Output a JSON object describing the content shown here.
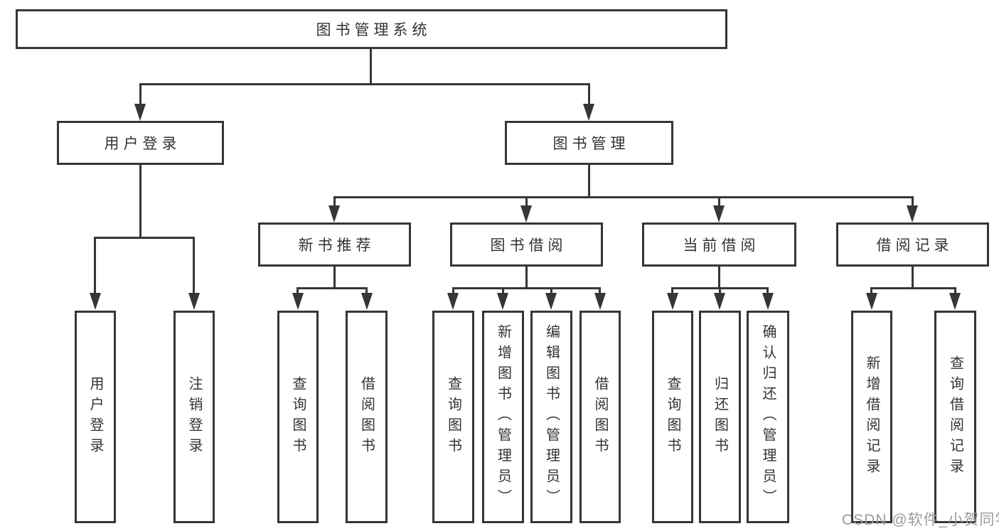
{
  "tree": {
    "label": "图书管理系统",
    "children": [
      {
        "label": "用户登录",
        "children": [
          {
            "label": "用户登录"
          },
          {
            "label": "注销登录"
          }
        ]
      },
      {
        "label": "图书管理",
        "children": [
          {
            "label": "新书推荐",
            "children": [
              {
                "label": "查询图书"
              },
              {
                "label": "借阅图书"
              }
            ]
          },
          {
            "label": "图书借阅",
            "children": [
              {
                "label": "查询图书"
              },
              {
                "label": "新增图书（管理员）"
              },
              {
                "label": "编辑图书（管理员）"
              },
              {
                "label": "借阅图书"
              }
            ]
          },
          {
            "label": "当前借阅",
            "children": [
              {
                "label": "查询图书"
              },
              {
                "label": "归还图书"
              },
              {
                "label": "确认归还（管理员）"
              }
            ]
          },
          {
            "label": "借阅记录",
            "children": [
              {
                "label": "新增借阅记录"
              },
              {
                "label": "查询借阅记录"
              }
            ]
          }
        ]
      }
    ]
  },
  "watermark": {
    "text": "CSDN @软件_小贺同学",
    "color": "#9c9c9c"
  },
  "colors": {
    "line": "#363636",
    "box_border": "#363636",
    "box_background": "#ffffff",
    "text": "#333333",
    "page_background": "#ffffff"
  }
}
